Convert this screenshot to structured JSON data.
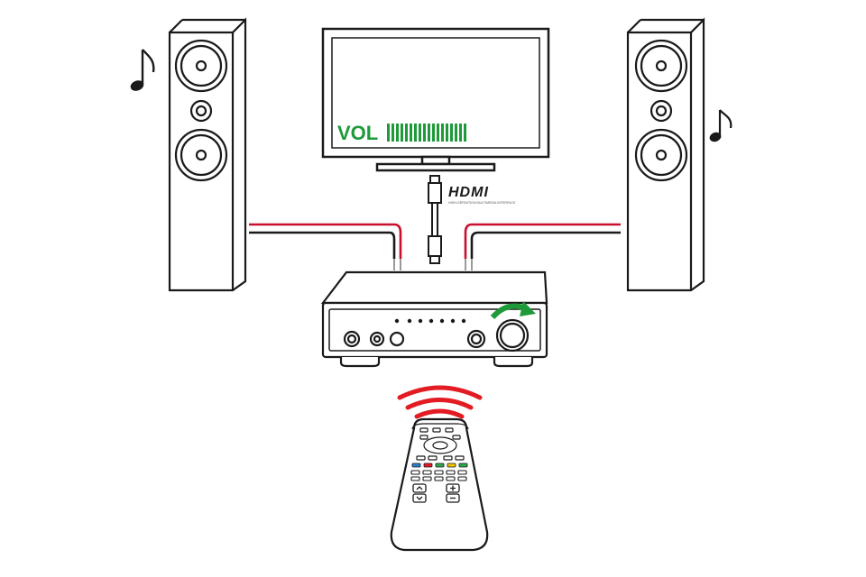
{
  "tv": {
    "vol_label": "VOL",
    "vol_level_fraction": 1.0,
    "vol_color": "#1e9a3a"
  },
  "hdmi": {
    "logo_text": "HDMI",
    "tagline": "HIGH-DEFINITION MULTIMEDIA INTERFACE"
  },
  "colors": {
    "line": "#1a1a1a",
    "speaker_wire_positive": "#c8102e",
    "speaker_wire_negative": "#1a1a1a",
    "remote_signal": "#e31b23",
    "volume_arrow": "#1e9a3a",
    "remote_button_red": "#e31b23",
    "remote_button_green": "#2da84a",
    "remote_button_yellow": "#f2c500",
    "remote_button_blue": "#2e7fd1"
  },
  "icons": {
    "left_note": "music-note-icon",
    "right_note": "music-note-icon",
    "volume_up": "curved-arrow-icon",
    "remote_signal": "signal-waves-icon"
  }
}
